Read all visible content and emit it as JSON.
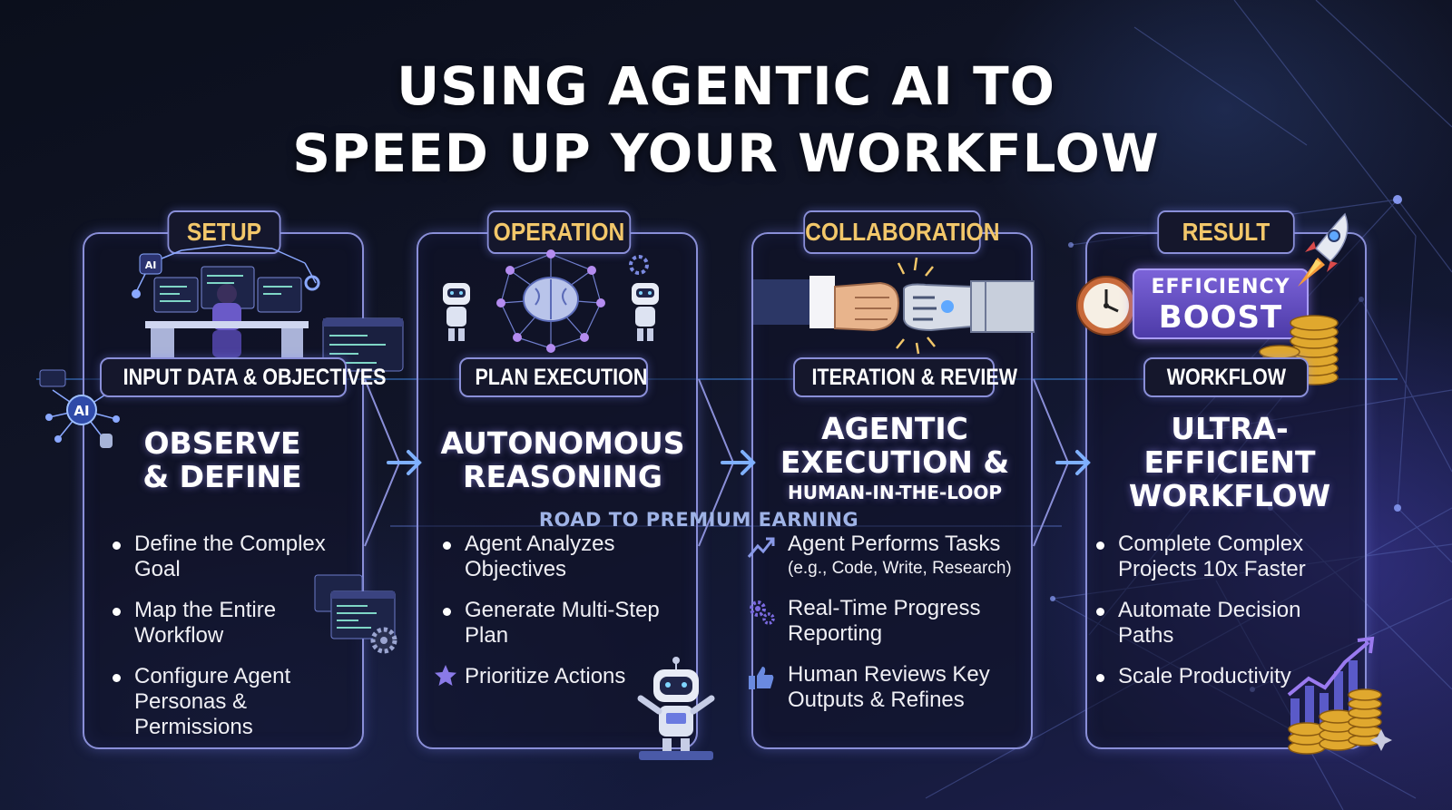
{
  "title": {
    "line1": "USING AGENTIC AI TO",
    "line2": "SPEED UP YOUR WORKFLOW"
  },
  "road_label": "ROAD TO PREMIUM EARNING",
  "stages": [
    {
      "tag": "SETUP",
      "sub": "INPUT DATA & OBJECTIVES",
      "heading": [
        "OBSERVE",
        "& DEFINE"
      ],
      "items": [
        {
          "line1": "Define the Complex",
          "line2": "Goal"
        },
        {
          "line1": "Map the Entire",
          "line2": "Workflow"
        },
        {
          "line1": "Configure Agent",
          "line2": "Personas & Permissions"
        }
      ]
    },
    {
      "tag": "OPERATION",
      "sub": "PLAN EXECUTION",
      "heading": [
        "AUTONOMOUS",
        "REASONING"
      ],
      "items": [
        {
          "line1": "Agent Analyzes",
          "line2": "Objectives"
        },
        {
          "line1": "Generate Multi-Step",
          "line2": "Plan"
        },
        {
          "line1": "Prioritize Actions",
          "line2": ""
        }
      ]
    },
    {
      "tag": "COLLABORATION",
      "sub": "ITERATION & REVIEW",
      "heading": [
        "AGENTIC",
        "EXECUTION &",
        "HUMAN-IN-THE-LOOP"
      ],
      "items": [
        {
          "line1": "Agent Performs Tasks",
          "line2": "(e.g., Code, Write, Research)"
        },
        {
          "line1": "Real-Time Progress",
          "line2": "Reporting"
        },
        {
          "line1": "Human Reviews Key",
          "line2": "Outputs & Refines"
        }
      ]
    },
    {
      "tag": "RESULT",
      "sub": "WORKFLOW",
      "badge": {
        "line1": "EFFICIENCY",
        "line2": "BOOST"
      },
      "heading": [
        "ULTRA-",
        "EFFICIENT",
        "WORKFLOW"
      ],
      "items": [
        {
          "line1": "Complete Complex",
          "line2": "Projects 10x Faster"
        },
        {
          "line1": "Automate Decision",
          "line2": "Paths"
        },
        {
          "line1": "Scale Productivity",
          "line2": ""
        }
      ]
    }
  ],
  "icons": {
    "ai_chip": "AI",
    "ai_node": "AI"
  },
  "colors": {
    "tag_text": "#f2c76a",
    "panel_border": "#8a8fd8",
    "accent_purple": "#7b63d8",
    "road_text": "#9fb3e6"
  }
}
